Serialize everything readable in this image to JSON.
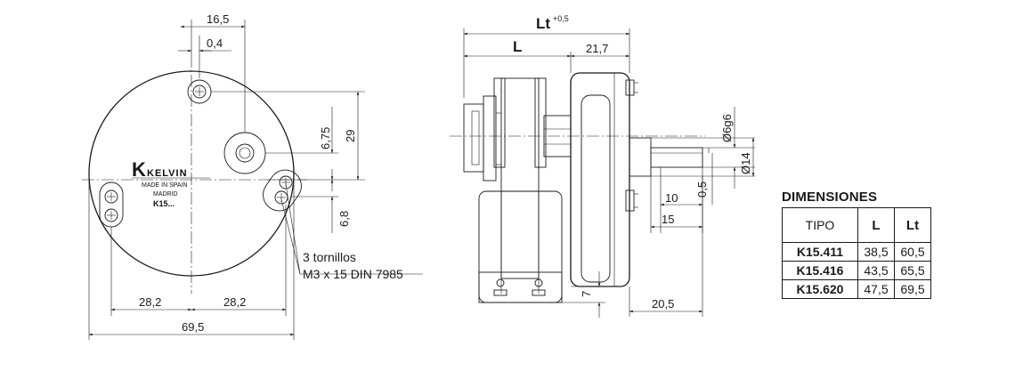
{
  "front_view": {
    "dims": {
      "top_offset": "16,5",
      "small_offset": "0,4",
      "upper_height": "6,75",
      "total_height": "29",
      "lower_offset": "6,8",
      "left_half": "28,2",
      "right_half": "28,2",
      "overall_width": "69,5"
    },
    "brand_letter": "K",
    "brand_name": "KELVIN",
    "made_in": "MADE IN SPAIN",
    "city": "MADRID",
    "model": "K15...",
    "screws_line1": "3 tornillos",
    "screws_line2": "M3 x 15   DIN 7985"
  },
  "side_view": {
    "dims": {
      "lt_main": "Lt",
      "lt_tolerance": "+0,5",
      "l": "L",
      "flange": "21,7",
      "shaft_diam": "Ø6g6",
      "hub_diam": "Ø14",
      "shaft_step": "0,5",
      "shaft_len_10": "10",
      "shaft_len_15": "15",
      "bottom_7": "7",
      "bottom_20_5": "20,5"
    }
  },
  "table": {
    "title": "DIMENSIONES",
    "headers": [
      "TIPO",
      "L",
      "Lt"
    ],
    "rows": [
      [
        "K15.411",
        "38,5",
        "60,5"
      ],
      [
        "K15.416",
        "43,5",
        "65,5"
      ],
      [
        "K15.620",
        "47,5",
        "69,5"
      ]
    ]
  }
}
